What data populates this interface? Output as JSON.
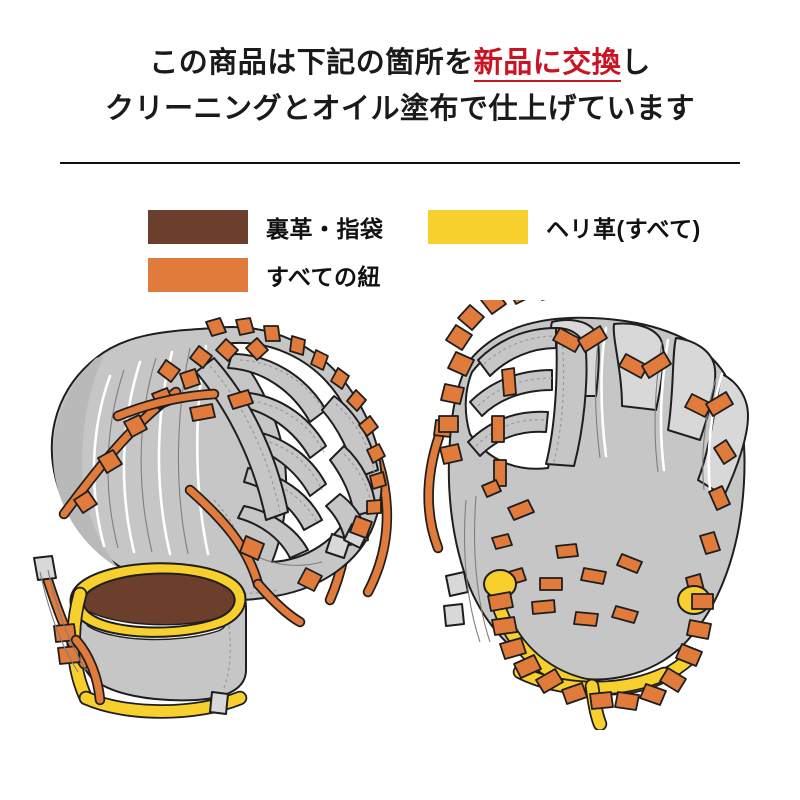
{
  "heading": {
    "line1_pre": "この商品は下記の箇所を",
    "line1_highlight": "新品に交換",
    "line1_post": "し",
    "line2": "クリーニングとオイル塗布で仕上げています",
    "highlight_color": "#CB1423",
    "text_color": "#1A1A1A"
  },
  "legend": {
    "items": [
      {
        "label": "裏革・指袋",
        "color": "#6B3F2B",
        "swatch_name": "lining-fingerstall"
      },
      {
        "label": "ヘリ革(すべて)",
        "color": "#F7D02E",
        "swatch_name": "welting-all"
      },
      {
        "label": "すべての紐",
        "color": "#E07B3C",
        "swatch_name": "all-laces"
      }
    ]
  },
  "illustration": {
    "left_glove_label": "baseball-glove-back-view",
    "right_glove_label": "baseball-glove-palm-view",
    "colors": {
      "body_gray": "#C6C6C6",
      "body_gray_dark": "#B4B4B4",
      "body_gray_light": "#D6D6D6",
      "white_web": "#FFFFFF",
      "lace_orange": "#E07B3C",
      "lace_orange_dark": "#C2632C",
      "welt_yellow": "#F7D02E",
      "welt_yellow_dark": "#D9B41E",
      "lining_brown": "#6B3F2B",
      "fleece_white": "#FAFAFA",
      "outline": "#1E1E1E"
    }
  }
}
